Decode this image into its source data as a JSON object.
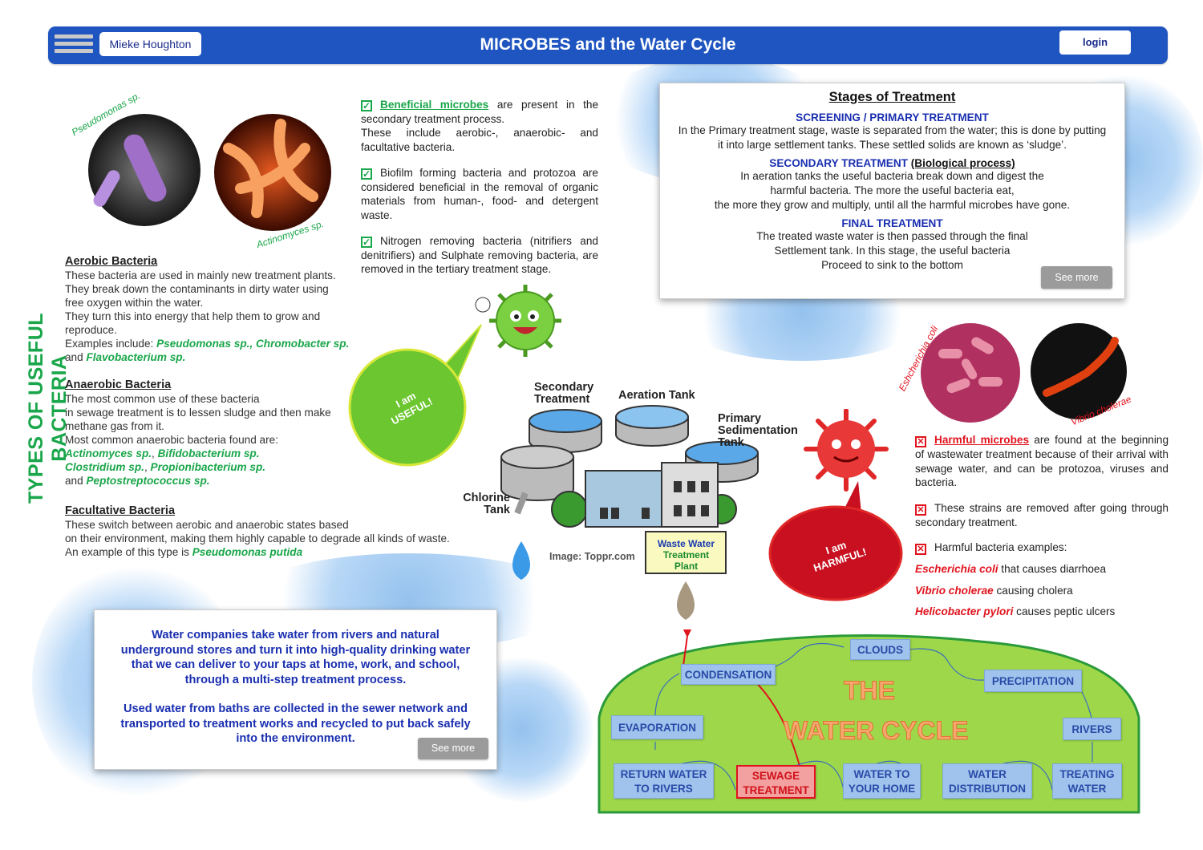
{
  "header": {
    "user": "Mieke Houghton",
    "title": "MICROBES and the Water Cycle",
    "login": "login",
    "accent": "#1f55c0"
  },
  "left": {
    "vertical_title": "TYPES OF USEFUL BACTERIA",
    "image_labels": [
      "Pseudomonas sp.",
      "Actinomyces sp."
    ],
    "aerobic": {
      "heading": "Aerobic Bacteria",
      "lines": [
        "These bacteria are used in mainly new treatment plants.",
        "They break down the contaminants in dirty water using",
        "free oxygen within the water.",
        "They turn this into energy that help them to grow and",
        "reproduce."
      ],
      "examples_prefix": "Examples include:",
      "ex1": "Pseudomonas sp., Chromobacter sp.",
      "and": "and",
      "ex2": "Flavobacterium sp."
    },
    "anaerobic": {
      "heading": "Anaerobic Bacteria",
      "lines": [
        "The most common use of these bacteria",
        "in sewage treatment is to lessen sludge and then make",
        "methane gas from it.",
        "Most common anaerobic bacteria found are:"
      ],
      "ex1": "Actinomyces sp.",
      "ex2": "Bifidobacterium sp.",
      "ex3": "Clostridium sp.",
      "ex4": "Propionibacterium sp.",
      "and": "and",
      "ex5": "Peptostreptococcus sp."
    },
    "facultative": {
      "heading": "Facultative Bacteria",
      "lines": [
        "These switch between aerobic and anaerobic states based",
        "on their environment, making them highly capable to degrade all kinds of waste."
      ],
      "example_prefix": "An example of this type is",
      "example": "Pseudomonas putida"
    }
  },
  "middle": {
    "p1_link": "Beneficial microbes",
    "p1_text": "are present in the secondary treatment process.",
    "p1_text2": "These include aerobic-, anaerobic- and facultative bacteria.",
    "p2": "Biofilm forming bacteria and protozoa are considered beneficial in the removal of organic materials from human-, food- and detergent waste.",
    "p3": "Nitrogen removing bacteria (nitrifiers and denitrifiers) and Sulphate removing bacteria, are removed in the tertiary treatment stage.",
    "useful_bubble": [
      "I am",
      "USEFUL!"
    ]
  },
  "stages": {
    "title": "Stages of Treatment",
    "s1": {
      "heading": "SCREENING / PRIMARY TREATMENT",
      "lines": [
        "In the Primary treatment stage, waste is separated from the water; this is done by putting",
        "it into large settlement tanks. These settled solids are known as ‘sludge’."
      ]
    },
    "s2": {
      "heading": "SECONDARY TREATMENT",
      "heading_sub": "(Biological process)",
      "lines": [
        "In aeration tanks the useful bacteria break down and digest the",
        "harmful bacteria. The more the useful bacteria eat,",
        "the more they grow and multiply, until all the harmful microbes have gone."
      ]
    },
    "s3": {
      "heading": "FINAL TREATMENT",
      "lines": [
        "The treated waste water is then passed through the final",
        "Settlement tank. In this stage, the useful bacteria",
        "Proceed to sink to the bottom"
      ]
    },
    "see_more": "See more"
  },
  "plant": {
    "labels": {
      "secondary": "Secondary Treatment",
      "aeration": "Aeration Tank",
      "primary": "Primary Sedimentation Tank",
      "chlorine": "Chlorine Tank"
    },
    "sign": [
      "Waste Water",
      "Treatment",
      "Plant"
    ],
    "credit": "Image: Toppr.com"
  },
  "right": {
    "image_labels": [
      "Eshcherichia coli",
      "Vibrio cholerae"
    ],
    "harmful_bubble": [
      "I am",
      "HARMFUL!"
    ],
    "p1_link": "Harmful microbes",
    "p1_text": "are found at the beginning of wastewater treatment because of their arrival with sewage water, and can be protozoa, viruses and bacteria.",
    "p2": "These strains are removed after going through secondary treatment.",
    "p3": "Harmful bacteria examples:",
    "examples": [
      {
        "name": "Escherichia coli",
        "desc": "that causes diarrhoea"
      },
      {
        "name": "Vibrio cholerae",
        "desc": "causing cholera"
      },
      {
        "name": "Helicobacter pylori",
        "desc": "causes peptic ulcers"
      }
    ]
  },
  "info": {
    "p1": "Water companies take water from rivers and natural underground stores and turn it into high-quality drinking water that we can deliver to your taps at home, work, and school, through a multi-step treatment process.",
    "p2": "Used water from baths are collected in the sewer network and transported to treatment works and recycled to put back safely into the environment.",
    "see_more": "See more"
  },
  "water_cycle": {
    "title1": "THE",
    "title2": "WATER CYCLE",
    "steps": {
      "condensation": "CONDENSATION",
      "clouds": "CLOUDS",
      "precipitation": "PRECIPITATION",
      "evaporation": "EVAPORATION",
      "rivers": "RIVERS",
      "return": "RETURN WATER TO RIVERS",
      "sewage": "SEWAGE TREATMENT",
      "home": "WATER TO YOUR HOME",
      "distribution": "WATER DISTRIBUTION",
      "treating": "TREATING WATER"
    }
  }
}
